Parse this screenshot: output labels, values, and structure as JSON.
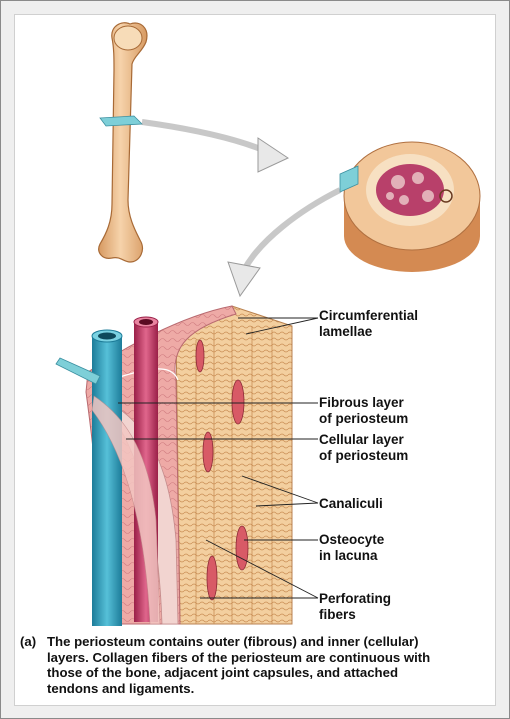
{
  "labels": {
    "circumferential_lamellae_1": "Circumferential",
    "circumferential_lamellae_2": "lamellae",
    "fibrous_layer_1": "Fibrous layer",
    "fibrous_layer_2": "of periosteum",
    "cellular_layer_1": "Cellular layer",
    "cellular_layer_2": "of periosteum",
    "canaliculi": "Canaliculi",
    "osteocyte_1": "Osteocyte",
    "osteocyte_2": "in lacuna",
    "perforating_1": "Perforating",
    "perforating_2": "fibers"
  },
  "caption": {
    "tag": "(a)",
    "line1": "The periosteum contains outer (fibrous) and inner (cellular)",
    "line2": "layers. Collagen fibers of the periosteum are continuous with",
    "line3": "those of the bone, adjacent joint capsules, and attached",
    "line4": "tendons and ligaments."
  },
  "colors": {
    "bone": "#f2c79a",
    "bone_shadow": "#d9a06a",
    "marrow": "#b8406a",
    "artery": "#c23a64",
    "vein": "#2f9ab8",
    "periosteum": "#e8a0a0",
    "section_marker": "#7ecfd8"
  }
}
